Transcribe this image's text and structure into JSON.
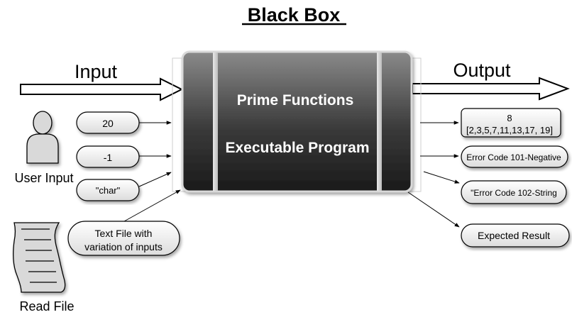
{
  "title": "Black Box",
  "input_label": "Input",
  "output_label": "Output",
  "box": {
    "line1": "Prime Functions",
    "line2": "Executable Program"
  },
  "actors": {
    "user_input": "User Input",
    "read_file": "Read File"
  },
  "inputs": {
    "value_20": "20",
    "value_neg1": "-1",
    "value_char": "\"char\"",
    "text_file_line1": "Text File with",
    "text_file_line2": "variation of inputs"
  },
  "outputs": {
    "result_count": "8",
    "result_list": "[2,3,5,7,11,13,17, 19]",
    "error_negative": "Error Code 101-Negative",
    "error_string": "\"Error Code 102-String",
    "expected": "Expected Result"
  },
  "colors": {
    "box_top": "#6e6e6e",
    "box_bottom": "#1e1e1e",
    "pill_fill": "#ececec"
  }
}
